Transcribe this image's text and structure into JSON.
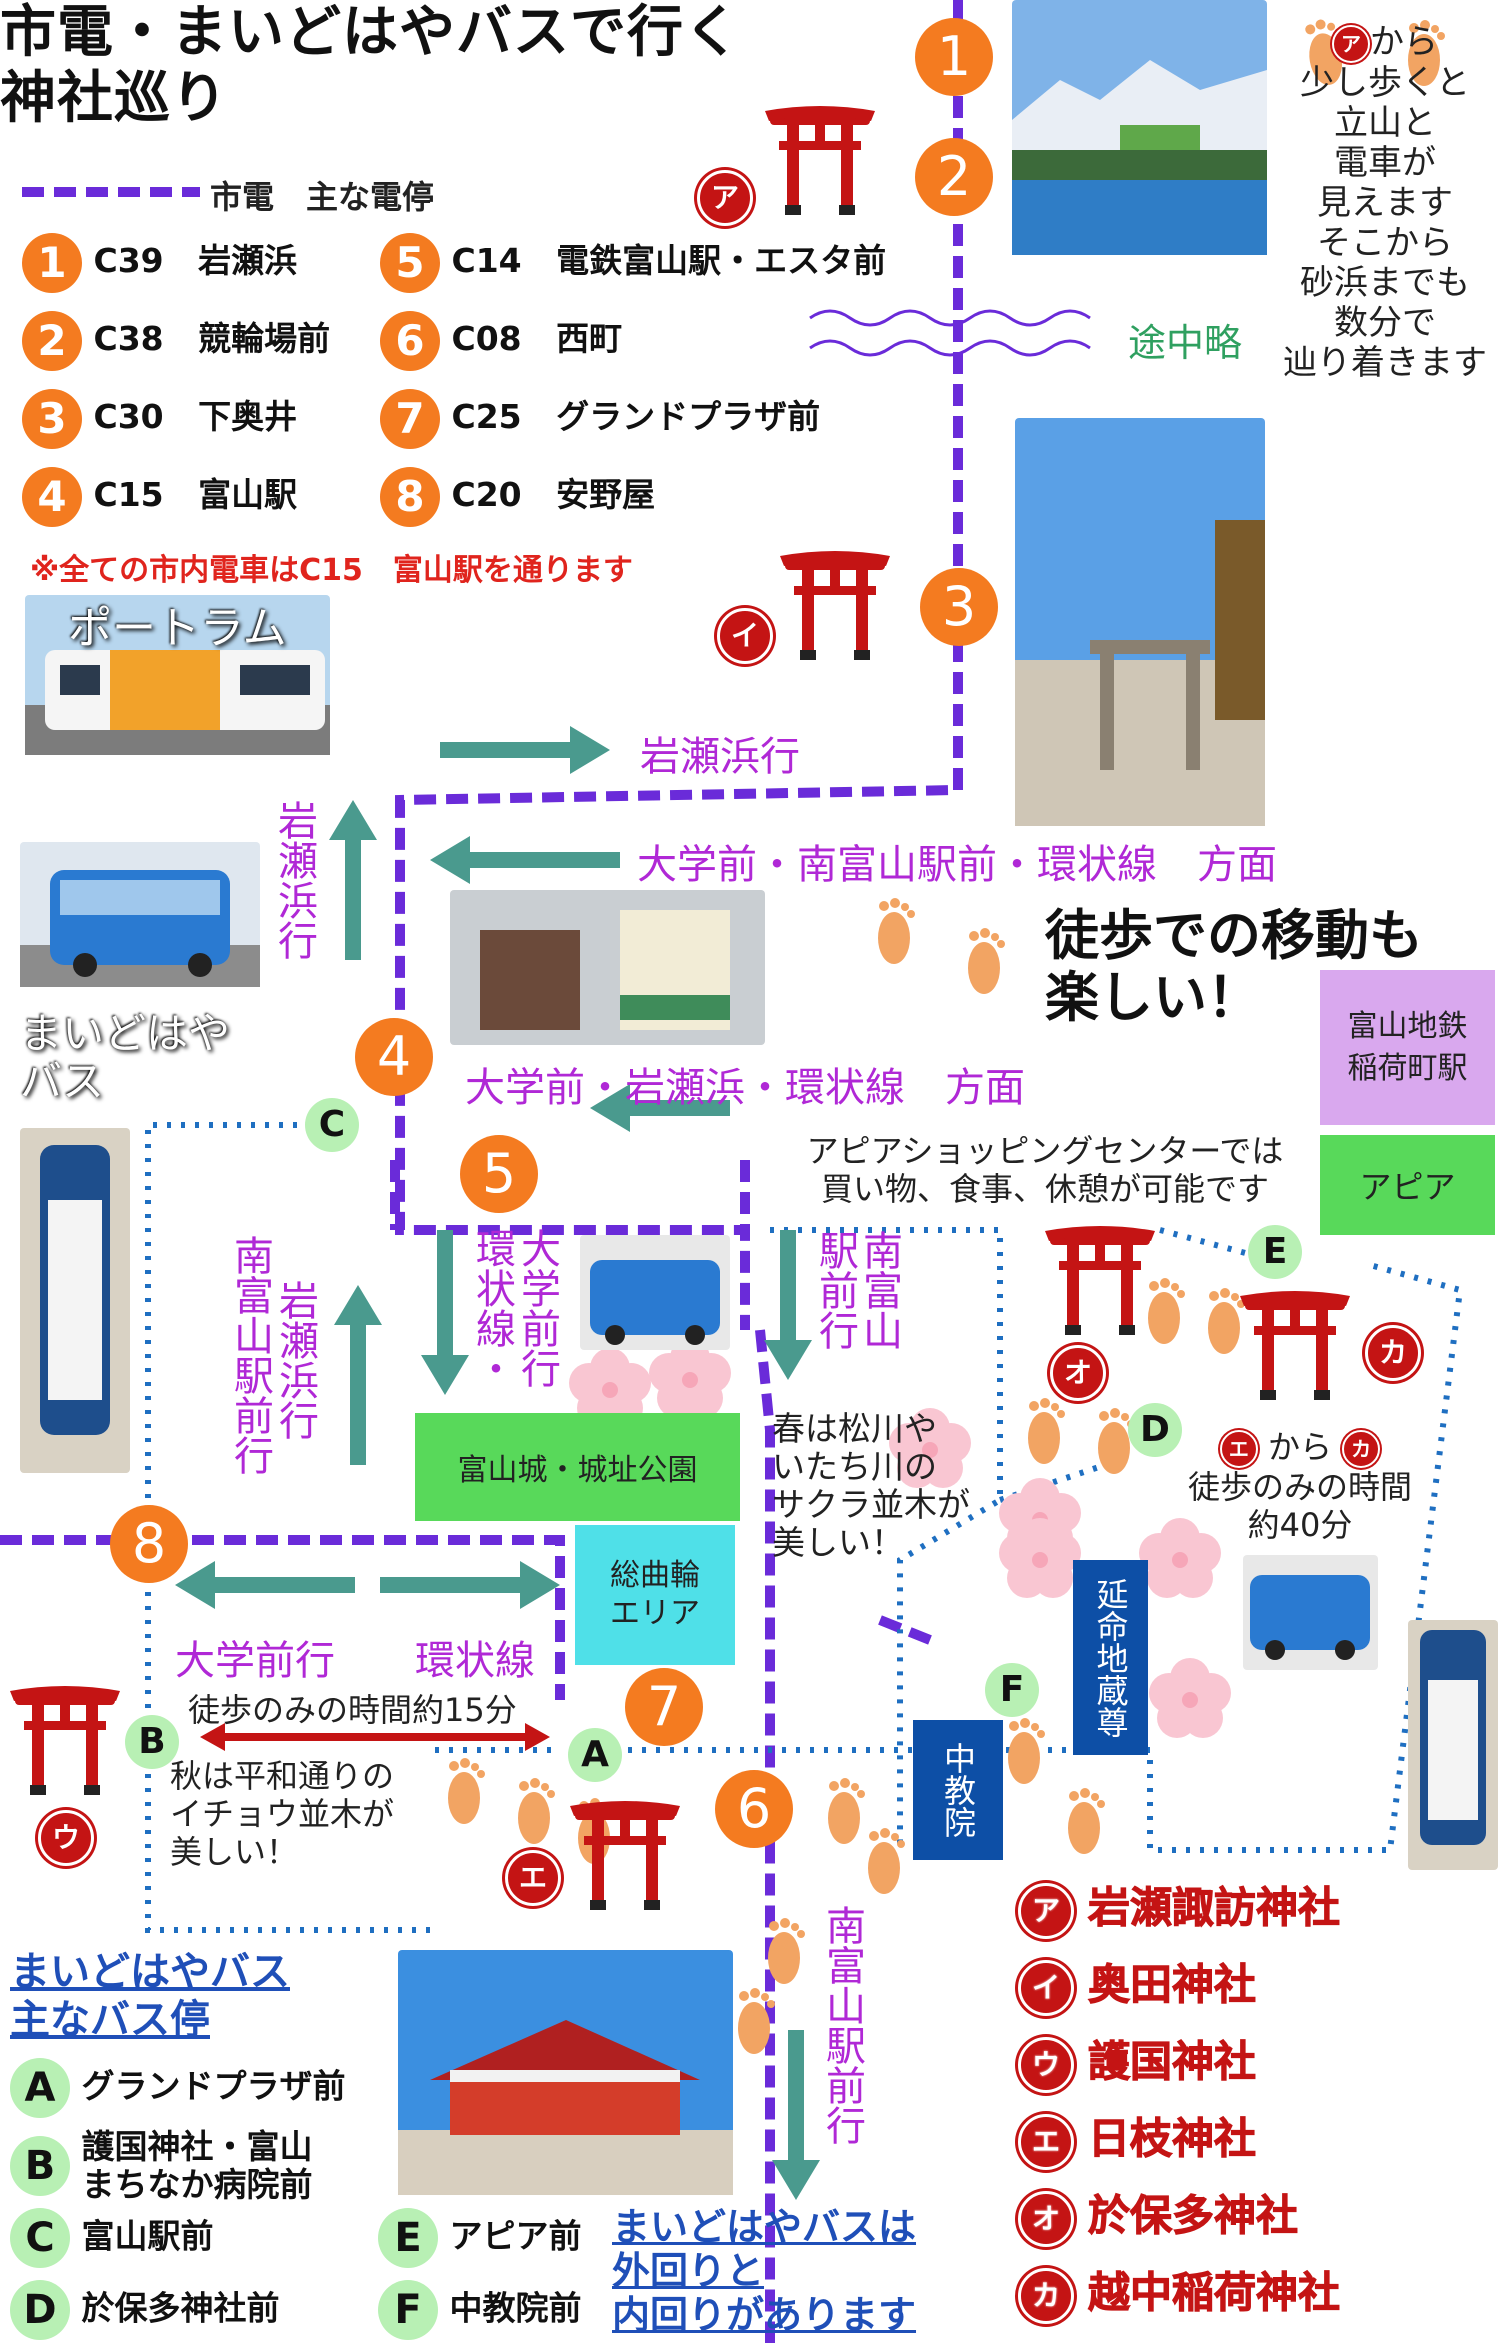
{
  "title": {
    "line1": "市電・まいどはやバスで行く",
    "line2": "神社巡り"
  },
  "legend": {
    "header": "市電　主な電停"
  },
  "tram_stops": [
    {
      "num": "1",
      "code": "C39",
      "name": "岩瀬浜"
    },
    {
      "num": "2",
      "code": "C38",
      "name": "競輪場前"
    },
    {
      "num": "3",
      "code": "C30",
      "name": "下奥井"
    },
    {
      "num": "4",
      "code": "C15",
      "name": "富山駅"
    },
    {
      "num": "5",
      "code": "C14",
      "name": "電鉄富山駅・エスタ前"
    },
    {
      "num": "6",
      "code": "C08",
      "name": "西町"
    },
    {
      "num": "7",
      "code": "C25",
      "name": "グランドプラザ前"
    },
    {
      "num": "8",
      "code": "C20",
      "name": "安野屋"
    }
  ],
  "tram_note": "※全ての市内電車はC15　富山駅を通ります",
  "portram_label": "ポートラム",
  "bus_label": {
    "line1": "まいどはや",
    "line2": "バス"
  },
  "shortcut_label": "途中略",
  "note_a": {
    "l1": "から",
    "l2": "少し歩くと",
    "l3": "立山と",
    "l4": "電車が",
    "l5": "見えます",
    "l6": "そこから",
    "l7": "砂浜までも",
    "l8": "数分で",
    "l9": "辿り着きます"
  },
  "directions": {
    "iwasehama": "岩瀬浜行",
    "daigaku_minami": "大学前・南富山駅前・環状線　方面",
    "daigaku_iwase": "大学前・岩瀬浜・環状線　方面",
    "iwasehama_v": "岩瀬浜行",
    "minami_iwase_v1": "南富山駅前行",
    "minami_iwase_v2": "岩瀬浜行",
    "kanjo_daigaku_v1": "環状線・",
    "kanjo_daigaku_v2": "大学前行",
    "minami_eki_v": "南富山駅前行",
    "daigaku_mae": "大学前行",
    "kanjosen": "環状線",
    "minami_bottom_v": "南富山駅前行"
  },
  "walking_fun": {
    "l1": "徒歩での移動も",
    "l2": "楽しい！"
  },
  "places": {
    "inarimachi": {
      "l1": "富山地鉄",
      "l2": "稲荷町駅"
    },
    "apia": "アピア",
    "castle": "富山城・城址公園",
    "sougawa": {
      "l1": "総曲輪",
      "l2": "エリア"
    },
    "enmei": "延命地蔵尊",
    "chukyo": "中教院"
  },
  "apia_note": {
    "l1": "アピアショッピングセンターでは",
    "l2": "買い物、食事、休憩が可能です"
  },
  "spring_note": {
    "l1": "春は松川や",
    "l2": "いたち川の",
    "l3": "サクラ並木が",
    "l4": "美しい！"
  },
  "walk_40": {
    "l1": "から",
    "l2": "徒歩のみの時間",
    "l3": "約40分"
  },
  "walk_15": "徒歩のみの時間約15分",
  "autumn_note": {
    "l1": "秋は平和通りの",
    "l2": "イチョウ並木が",
    "l3": "美しい！"
  },
  "bus_stops_header": {
    "l1": "まいどはやバス",
    "l2": "主なバス停"
  },
  "bus_stops": [
    {
      "letter": "A",
      "name": "グランドプラザ前"
    },
    {
      "letter": "B",
      "name": "護国神社・富山",
      "name2": "まちなか病院前"
    },
    {
      "letter": "C",
      "name": "富山駅前"
    },
    {
      "letter": "D",
      "name": "於保多神社前"
    },
    {
      "letter": "E",
      "name": "アピア前"
    },
    {
      "letter": "F",
      "name": "中教院前"
    }
  ],
  "bus_note": {
    "l1": "まいどはやバスは",
    "l2": "外回りと",
    "l3": "内回りがあります"
  },
  "shrines": [
    {
      "kana": "ア",
      "name": "岩瀬諏訪神社"
    },
    {
      "kana": "イ",
      "name": "奥田神社"
    },
    {
      "kana": "ウ",
      "name": "護国神社"
    },
    {
      "kana": "エ",
      "name": "日枝神社"
    },
    {
      "kana": "オ",
      "name": "於保多神社"
    },
    {
      "kana": "カ",
      "name": "越中稲荷神社"
    }
  ],
  "map_kana": {
    "a": "ア",
    "i": "イ",
    "u": "ウ",
    "e": "エ",
    "o": "オ",
    "ka": "カ"
  },
  "map_letters": {
    "A": "A",
    "B": "B",
    "C": "C",
    "D": "D",
    "E": "E",
    "F": "F"
  },
  "map_nums": {
    "n1": "1",
    "n2": "2",
    "n3": "3",
    "n4": "4",
    "n5": "5",
    "n6": "6",
    "n7": "7",
    "n8": "8"
  },
  "colors": {
    "orange": "#f47b20",
    "purple_line": "#6a2bd9",
    "teal_arrow": "#4a9a8e",
    "shrine_red": "#c41414",
    "bus_dot": "#1f6fc1",
    "green_box": "#58d95a",
    "cyan_box": "#4fe0e8",
    "navy_box": "#0d4fa6",
    "lavender_box": "#d9a8ee"
  }
}
